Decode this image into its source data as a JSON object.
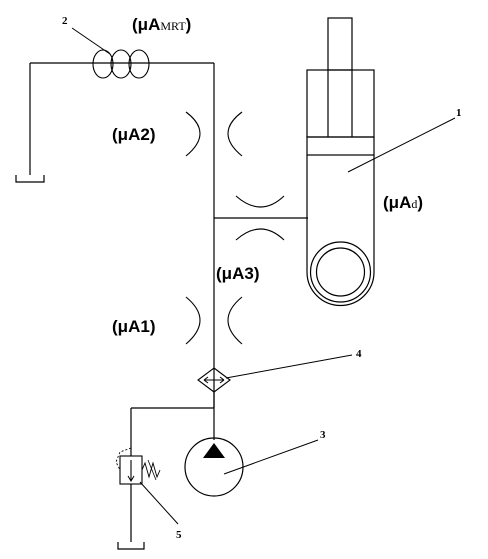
{
  "labels": {
    "mrt": {
      "paren_open": "(",
      "mu_a": "μA",
      "sub": "MRT",
      "paren_close": ")"
    },
    "a2": {
      "paren_open": "(",
      "mu_a": "μA",
      "sub": "2",
      "paren_close": ")"
    },
    "a3": {
      "paren_open": "(",
      "mu_a": "μA",
      "sub": "3",
      "paren_close": ")"
    },
    "a1": {
      "paren_open": "(",
      "mu_a": "μA",
      "sub": "1",
      "paren_close": ")"
    },
    "ad": {
      "paren_open": "(",
      "mu_a": "μA",
      "sub": "d",
      "paren_close": ")"
    }
  },
  "callouts": {
    "c1": "1",
    "c2": "2",
    "c3": "3",
    "c4": "4",
    "c5": "5"
  }
}
